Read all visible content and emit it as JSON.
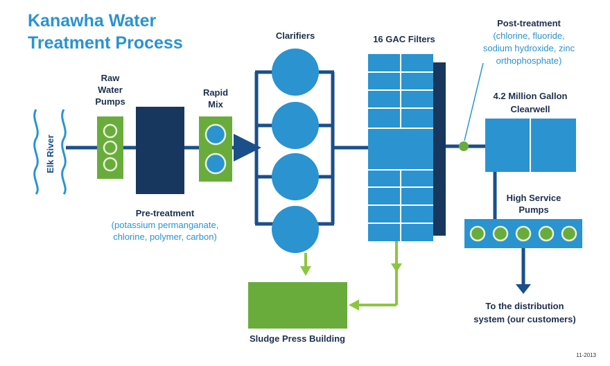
{
  "title": [
    "Kanawha Water",
    "Treatment Process"
  ],
  "river": "Elk River",
  "raw_water_pumps": [
    "Raw",
    "Water",
    "Pumps"
  ],
  "rapid_mix": [
    "Rapid",
    "Mix"
  ],
  "clarifiers": "Clarifiers",
  "gac_filters": "16 GAC Filters",
  "pre_treatment": {
    "heading": "Pre-treatment",
    "chemicals": [
      "(potassium permanganate,",
      "chlorine, polymer, carbon)"
    ]
  },
  "post_treatment": {
    "heading": "Post-treatment",
    "chemicals": [
      "(chlorine, fluoride,",
      "sodium hydroxide, zinc",
      "orthophosphate)"
    ]
  },
  "clearwell": [
    "4.2 Million Gallon",
    "Clearwell"
  ],
  "high_service_pumps": [
    "High Service",
    "Pumps"
  ],
  "distribution": [
    "To the distribution",
    "system (our customers)"
  ],
  "sludge_press": "Sludge Press Building",
  "date_code": "11-2013",
  "colors": {
    "light_blue": "#2a93d0",
    "dark_navy": "#1b4f8a",
    "deep_navy": "#17375e",
    "green": "#6aac3c",
    "light_green": "#8cc63f"
  }
}
